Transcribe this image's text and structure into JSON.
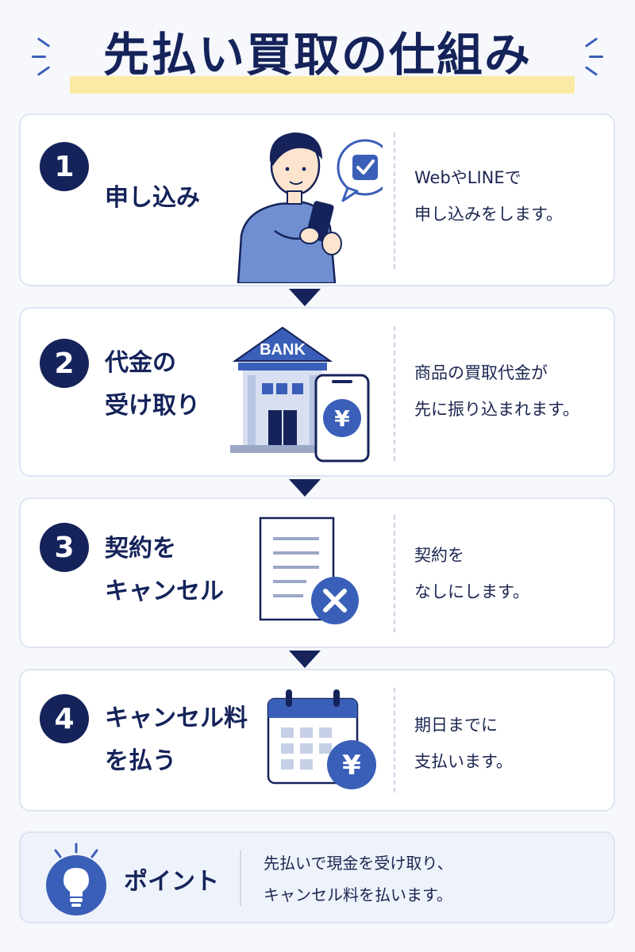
{
  "title": "先払い買取の仕組み",
  "steps": [
    {
      "number": "1",
      "title": "申し込み",
      "description": "WebやLINEで\n申し込みをします。"
    },
    {
      "number": "2",
      "title": "代金の\n受け取り",
      "description": "商品の買取代金が\n先に振り込まれます。",
      "bank_label": "BANK",
      "currency_symbol": "¥"
    },
    {
      "number": "3",
      "title": "契約を\nキャンセル",
      "description": "契約を\nなしにします。"
    },
    {
      "number": "4",
      "title": "キャンセル料\nを払う",
      "description": "期日までに\n支払います。",
      "currency_symbol": "¥"
    }
  ],
  "point": {
    "label": "ポイント",
    "text": "先払いで現金を受け取り、\nキャンセル料を払います。"
  },
  "colors": {
    "navy": "#15235a",
    "accent_blue": "#3a5fb8",
    "highlight_yellow": "#fbeaa5",
    "card_border": "#dde4f2",
    "background": "#f6f8fc"
  },
  "icons": [
    "person-with-phone-icon",
    "check-bubble-icon",
    "bank-icon",
    "phone-yen-icon",
    "document-icon",
    "cancel-x-icon",
    "calendar-icon",
    "yen-coin-icon",
    "lightbulb-icon"
  ]
}
